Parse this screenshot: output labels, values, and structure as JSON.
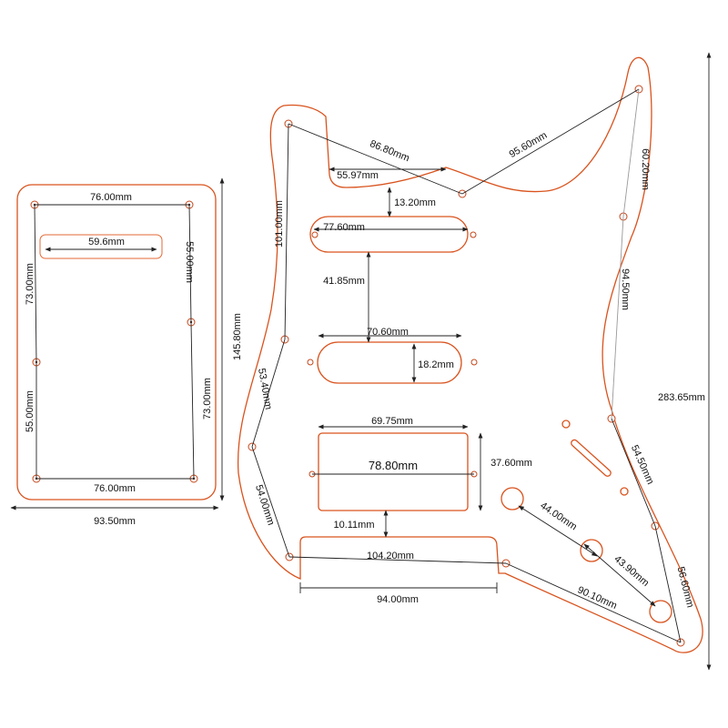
{
  "colors": {
    "outline": "#d9531e",
    "dimension_line": "#222222",
    "background": "#ffffff"
  },
  "back_plate": {
    "top_width": "76.00mm",
    "slot_width": "59.6mm",
    "left_upper": "73.00mm",
    "right_upper": "55.00mm",
    "left_lower": "55.00mm",
    "right_lower": "73.00mm",
    "bottom_width": "76.00mm",
    "overall_height": "145.80mm",
    "overall_width": "93.50mm"
  },
  "pickguard": {
    "top_left_span": "86.80mm",
    "neck_notch": "55.97mm",
    "top_right_span": "95.60mm",
    "upper_right_edge": "60.20mm",
    "neck_gap": "13.20mm",
    "left_upper_edge": "101.00mm",
    "neck_pickup_width": "77.60mm",
    "pickup_spacing": "41.85mm",
    "right_mid_edge": "94.50mm",
    "middle_pickup_width": "70.60mm",
    "middle_pickup_height": "18.2mm",
    "left_mid_edge": "53.40mm",
    "overall_height": "283.65mm",
    "humbucker_width": "69.75mm",
    "humbucker_screw_span": "78.80mm",
    "humbucker_height": "37.60mm",
    "right_lower_edge": "54.50mm",
    "left_lower_edge": "54.00mm",
    "bottom_gap": "10.11mm",
    "knob_spacing_1": "44.00mm",
    "bridge_span": "104.20mm",
    "knob_spacing_2": "43.90mm",
    "right_bottom_edge": "56.60mm",
    "bottom_right_span": "90.10mm",
    "bridge_cutout_width": "94.00mm"
  }
}
